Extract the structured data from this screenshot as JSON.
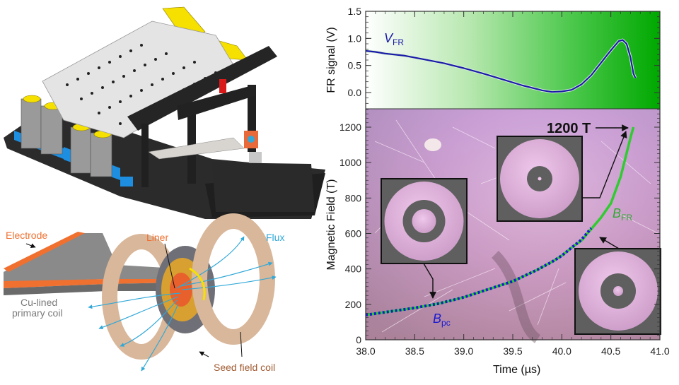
{
  "figure": {
    "left_top": {
      "description": "Pulsed power machine 3D render",
      "colors": {
        "base": "#2a2a2a",
        "capacitor": "#9a9a9a",
        "mount": "#1e8ee0",
        "yellow": "#f5e000",
        "rack": "#e6e6e6",
        "red_pin": "#d81a1a"
      }
    },
    "left_bottom": {
      "labels": {
        "electrode": "Electrode",
        "liner": "Liner",
        "flux": "Flux",
        "primary_coil_line1": "Cu-lined",
        "primary_coil_line2": "primary coil",
        "seed_coil": "Seed field coil"
      },
      "colors": {
        "electrode": "#f07030",
        "liner": "#e8602c",
        "flux": "#30a8d8",
        "primary": "#7a7a7a",
        "seed": "#a05a30",
        "coil": "#d9b79a"
      }
    }
  },
  "chart_data": [
    {
      "type": "line",
      "panel": "top",
      "title": "",
      "xlabel": "Time (µs)",
      "ylabel": "FR signal (V)",
      "xlim": [
        38.0,
        41.0
      ],
      "ylim": [
        -0.3,
        1.5
      ],
      "yticks": [
        "1.5",
        "1.0",
        "0.5",
        "0.0"
      ],
      "grid": false,
      "background": "white-to-green gradient",
      "series": [
        {
          "name": "V_FR",
          "label_main": "V",
          "label_sub": "FR",
          "color": "#1a1aa8",
          "x": [
            38.0,
            38.1,
            38.2,
            38.4,
            38.6,
            38.8,
            39.0,
            39.2,
            39.4,
            39.6,
            39.8,
            39.9,
            40.0,
            40.1,
            40.2,
            40.3,
            40.4,
            40.5,
            40.58,
            40.62,
            40.66,
            40.7,
            40.73,
            40.75
          ],
          "y": [
            0.77,
            0.75,
            0.72,
            0.68,
            0.61,
            0.54,
            0.45,
            0.35,
            0.24,
            0.13,
            0.04,
            0.01,
            0.02,
            0.05,
            0.15,
            0.32,
            0.55,
            0.78,
            0.95,
            0.97,
            0.9,
            0.65,
            0.35,
            0.27
          ]
        }
      ]
    },
    {
      "type": "line",
      "panel": "bottom",
      "title": "",
      "xlabel": "Time (µs)",
      "ylabel": "Magnetic Field (T)",
      "xlim": [
        38.0,
        41.0
      ],
      "ylim": [
        0,
        1300
      ],
      "xticks": [
        "38.0",
        "38.5",
        "39.0",
        "39.5",
        "40.0",
        "40.5",
        "41.0"
      ],
      "yticks": [
        "0",
        "200",
        "400",
        "600",
        "800",
        "1000",
        "1200"
      ],
      "grid": false,
      "background": "photo of explosion (pink/purple)",
      "series": [
        {
          "name": "B_FR",
          "label_main": "B",
          "label_sub": "FR",
          "color": "#2ecc2e",
          "style": "solid",
          "x": [
            38.0,
            38.25,
            38.5,
            38.75,
            39.0,
            39.25,
            39.5,
            39.75,
            39.9,
            40.0,
            40.1,
            40.2,
            40.3,
            40.4,
            40.5,
            40.6,
            40.65,
            40.7,
            40.73
          ],
          "y": [
            140,
            160,
            180,
            205,
            240,
            285,
            330,
            395,
            440,
            475,
            520,
            560,
            625,
            690,
            770,
            920,
            1030,
            1140,
            1200
          ]
        },
        {
          "name": "B_pc",
          "label_main": "B",
          "label_sub": "pc",
          "color": "#1a1ad0",
          "style": "dotted",
          "x": [
            38.0,
            38.25,
            38.5,
            38.75,
            39.0,
            39.25,
            39.5,
            39.75,
            39.9,
            40.0,
            40.1,
            40.2,
            40.3
          ],
          "y": [
            140,
            160,
            180,
            205,
            240,
            285,
            330,
            395,
            440,
            475,
            520,
            565,
            630
          ]
        }
      ],
      "annotations": [
        {
          "text": "1200 T",
          "x": 40.73,
          "y": 1200
        }
      ],
      "insets": [
        {
          "name": "early-time",
          "points_to_t": 38.7,
          "inner_ring": "dark ring",
          "center": "light"
        },
        {
          "name": "peak",
          "points_to_t": 40.73,
          "inner_ring": "dark disc",
          "center": "tiny light dot"
        },
        {
          "name": "mid",
          "points_to_t": 40.3,
          "inner_ring": "dark ring",
          "center": "small light"
        }
      ]
    }
  ]
}
